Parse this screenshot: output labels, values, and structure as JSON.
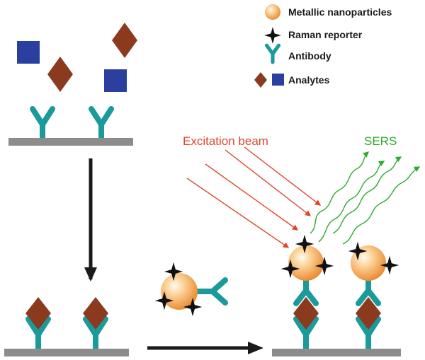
{
  "legend": {
    "nanoparticles": "Metallic nanoparticles",
    "reporter": "Raman reporter",
    "antibody": "Antibody",
    "analytes": "Analytes"
  },
  "labels": {
    "excitation": "Excitation beam",
    "sers": "SERS"
  },
  "colors": {
    "substrate": "#8c8c8c",
    "antibody": "#1a9a9a",
    "analyte_diamond": "#8b3a1e",
    "analyte_square": "#2a3f9e",
    "nanoparticle": "#f5a24a",
    "reporter": "#111111",
    "excitation": "#e0452e",
    "sers": "#2eaa2e",
    "arrow": "#1a1a1a"
  },
  "icons": {
    "nanoparticle": "orange-sphere",
    "reporter": "four-point-star",
    "antibody": "y-shape",
    "analyte_a": "diamond",
    "analyte_b": "square"
  }
}
